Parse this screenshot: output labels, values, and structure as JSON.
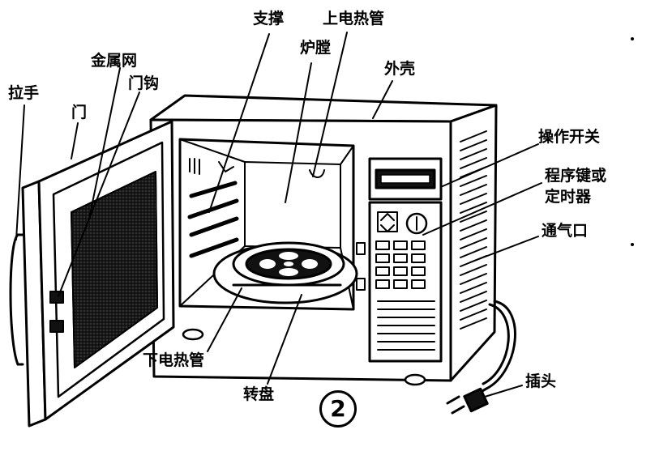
{
  "labels": {
    "support": "支撑",
    "upper_heater": "上电热管",
    "cavity": "炉膛",
    "metal_mesh": "金属网",
    "door_hook": "门钩",
    "handle": "拉手",
    "door": "门",
    "outer_shell": "外壳",
    "control_switch": "操作开关",
    "program_key_line1": "程序键或",
    "program_key_line2": "定时器",
    "vent": "通气口",
    "lower_heater": "下电热管",
    "turntable": "转盘",
    "plug": "插头"
  },
  "figure_number": "2"
}
